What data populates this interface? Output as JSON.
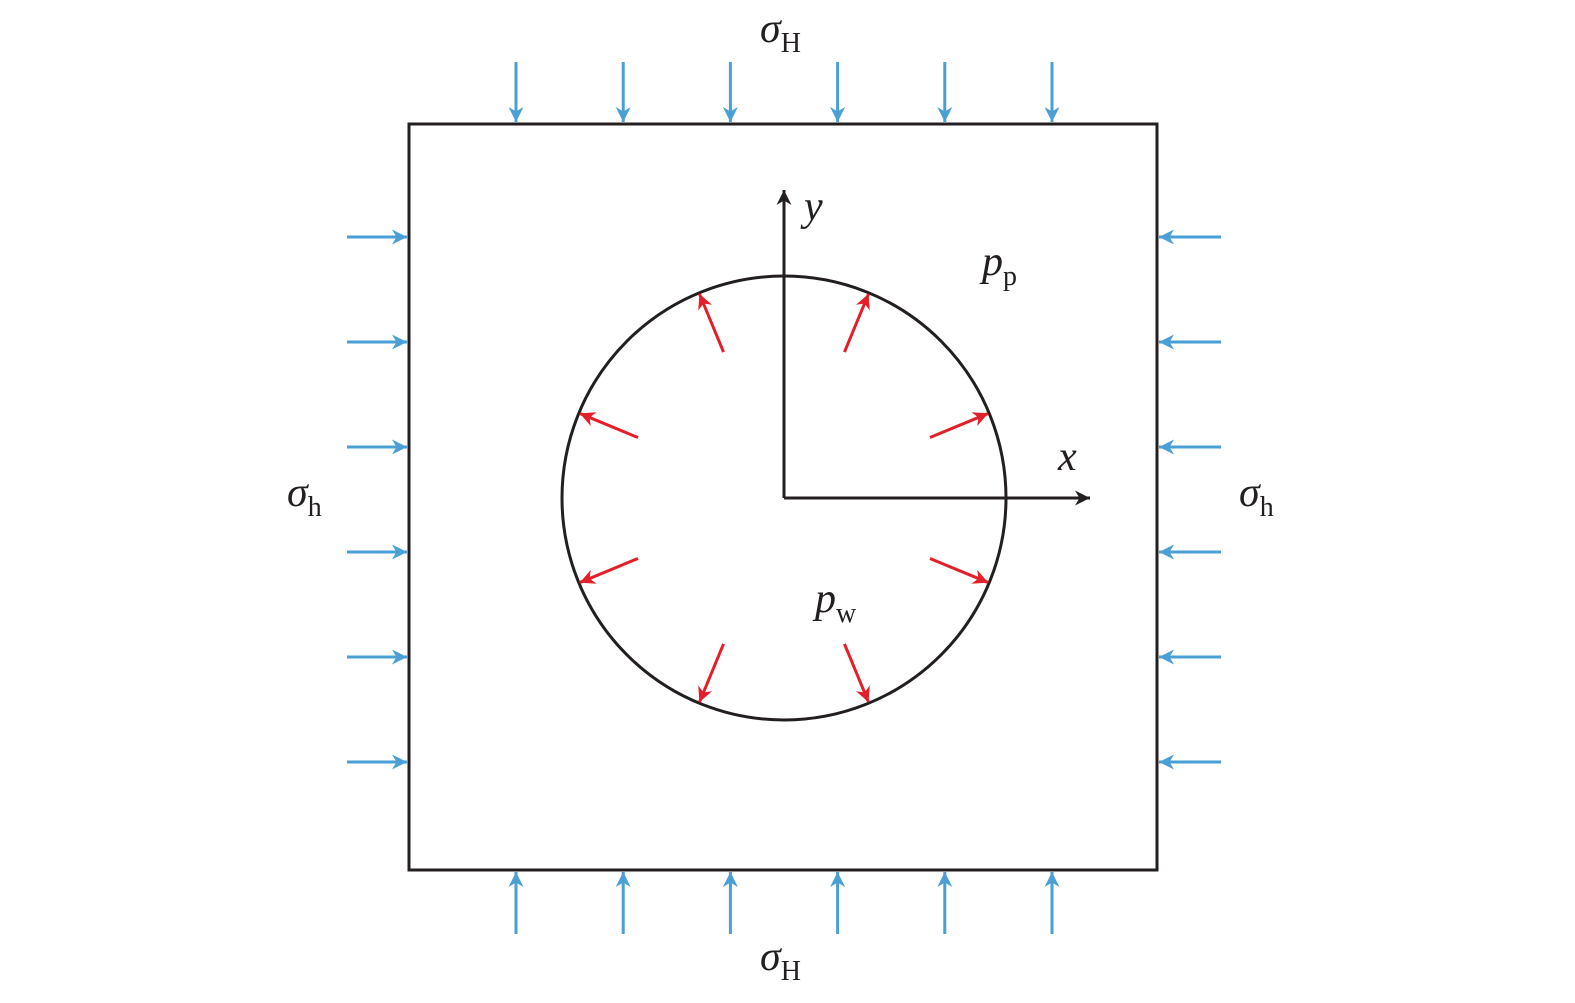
{
  "labels": {
    "sigma_H_top": {
      "main": "σ",
      "sub": "H"
    },
    "sigma_H_bottom": {
      "main": "σ",
      "sub": "H"
    },
    "sigma_h_left": {
      "main": "σ",
      "sub": "h"
    },
    "sigma_h_right": {
      "main": "σ",
      "sub": "h"
    },
    "y_axis": "y",
    "x_axis": "x",
    "pore_pressure": {
      "main": "p",
      "sub": "p"
    },
    "well_pressure": {
      "main": "p",
      "sub": "w"
    }
  },
  "colors": {
    "outline": "#231f20",
    "boundary_stress": "#4a9fd5",
    "well_pressure": "#e3202a"
  },
  "counts": {
    "arrows_per_side": 6,
    "radial_arrows": 8
  }
}
